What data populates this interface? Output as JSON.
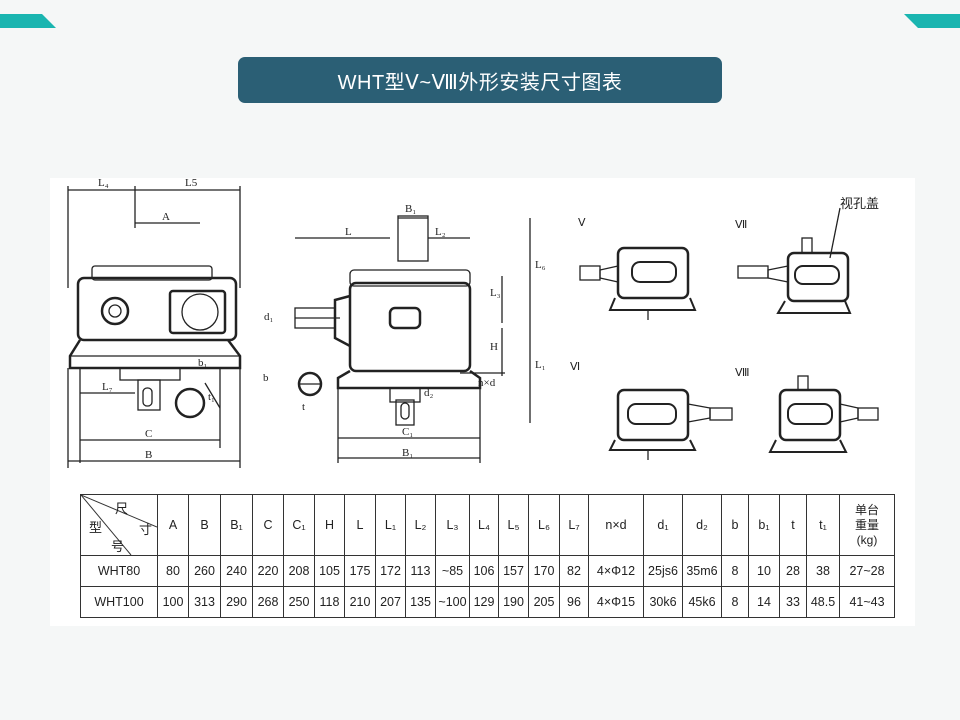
{
  "title": "WHT型Ⅴ~Ⅷ外形安装尺寸图表",
  "accent_color": "#2b5f75",
  "corner_color": "#1ab5b0",
  "drawing": {
    "callout": "视孔盖",
    "view_labels": [
      "Ⅴ",
      "Ⅶ",
      "Ⅵ",
      "Ⅷ"
    ],
    "labels_front": [
      "L₄",
      "L5",
      "A",
      "b₁",
      "t₁",
      "L₇",
      "C",
      "B"
    ],
    "labels_side": [
      "B₁",
      "L",
      "L₂",
      "L₆",
      "L₃",
      "d₁",
      "H",
      "L₁",
      "n×d",
      "d₂",
      "C₁",
      "B₁",
      "b",
      "t"
    ]
  },
  "table": {
    "corner": {
      "top_right": "尺",
      "mid_right": "寸",
      "left": "型",
      "bottom": "号"
    },
    "headers": [
      "A",
      "B",
      "B₁",
      "C",
      "C₁",
      "H",
      "L",
      "L₁",
      "L₂",
      "L₃",
      "L₄",
      "L₅",
      "L₆",
      "L₇",
      "n×d",
      "d₁",
      "d₂",
      "b",
      "b₁",
      "t",
      "t₁"
    ],
    "weight_header": [
      "单台",
      "重量",
      "(kg)"
    ],
    "rows": [
      {
        "model": "WHT80",
        "values": [
          "80",
          "260",
          "240",
          "220",
          "208",
          "105",
          "175",
          "172",
          "113",
          "~85",
          "106",
          "157",
          "170",
          "82",
          "4×Φ12",
          "25js6",
          "35m6",
          "8",
          "10",
          "28",
          "38"
        ],
        "weight": "27~28"
      },
      {
        "model": "WHT100",
        "values": [
          "100",
          "313",
          "290",
          "268",
          "250",
          "118",
          "210",
          "207",
          "135",
          "~100",
          "129",
          "190",
          "205",
          "96",
          "4×Φ15",
          "30k6",
          "45k6",
          "8",
          "14",
          "33",
          "48.5"
        ],
        "weight": "41~43"
      }
    ]
  }
}
